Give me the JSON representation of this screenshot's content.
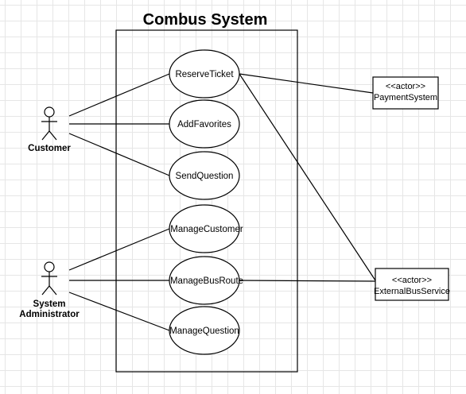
{
  "system": {
    "title": "Combus System"
  },
  "use_cases": {
    "reserve_ticket": "ReserveTicket",
    "add_favorites": "AddFavorites",
    "send_question": "SendQuestion",
    "manage_customer": "ManageCustomer",
    "manage_bus_route": "ManageBusRoute",
    "manage_question": "ManageQuestion"
  },
  "actors": {
    "customer": {
      "label": "Customer"
    },
    "system_administrator": {
      "label_line1": "System",
      "label_line2": "Administrator"
    }
  },
  "external_actors": {
    "payment_system": {
      "stereotype": "<<actor>>",
      "name": "PaymentSystem"
    },
    "external_bus_service": {
      "stereotype": "<<actor>>",
      "name": "ExternalBusService"
    }
  }
}
